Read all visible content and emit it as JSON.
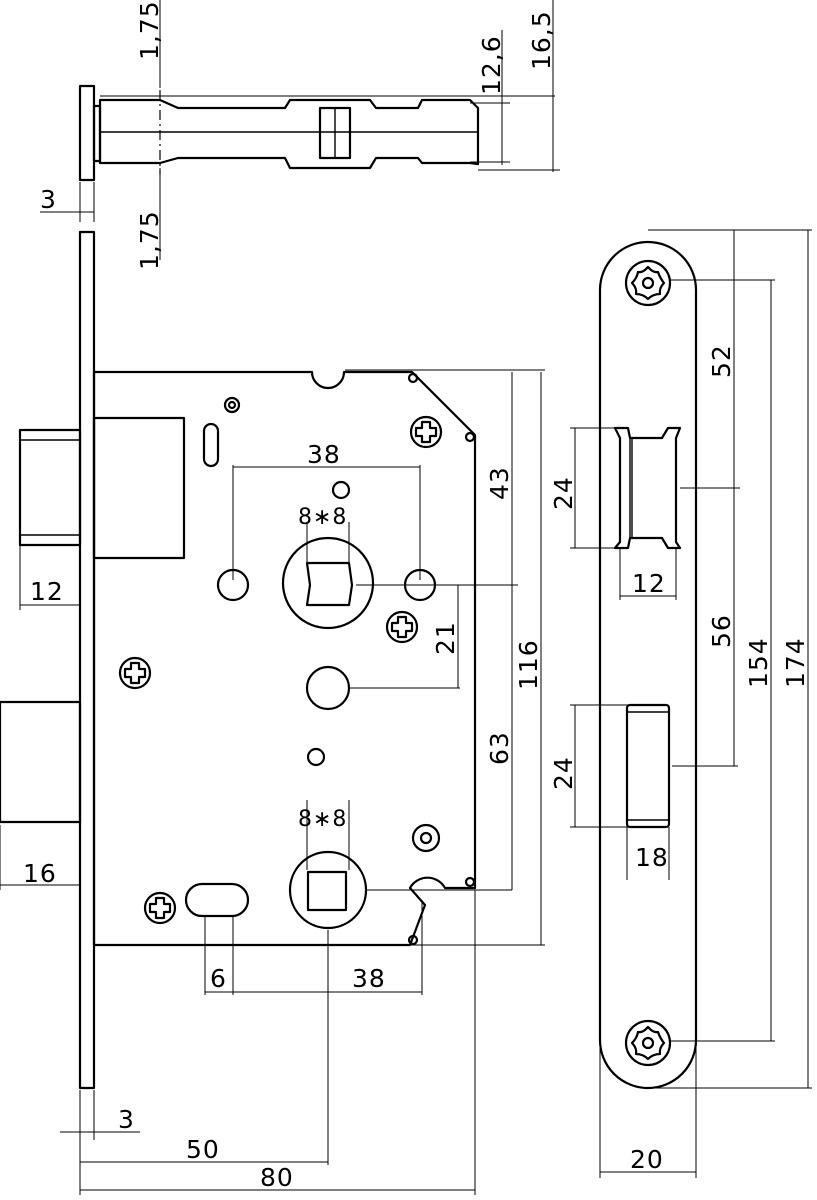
{
  "top_view": {
    "dim_1_75_top": "1,75",
    "dim_12_6": "12,6",
    "dim_16_5": "16,5",
    "dim_3": "3",
    "dim_1_75_bottom": "1,75"
  },
  "front_view": {
    "dim_12": "12",
    "dim_16": "16",
    "dim_38_top": "38",
    "dim_8x8_top": "8∗8",
    "dim_43": "43",
    "dim_21": "21",
    "dim_116": "116",
    "dim_63": "63",
    "dim_8x8_bottom": "8∗8",
    "dim_6": "6",
    "dim_38_bottom": "38",
    "dim_3": "3",
    "dim_50": "50",
    "dim_80": "80"
  },
  "strike_plate": {
    "dim_52": "52",
    "dim_24_top": "24",
    "dim_12": "12",
    "dim_56": "56",
    "dim_154": "154",
    "dim_174": "174",
    "dim_24_bottom": "24",
    "dim_18": "18",
    "dim_20": "20"
  }
}
